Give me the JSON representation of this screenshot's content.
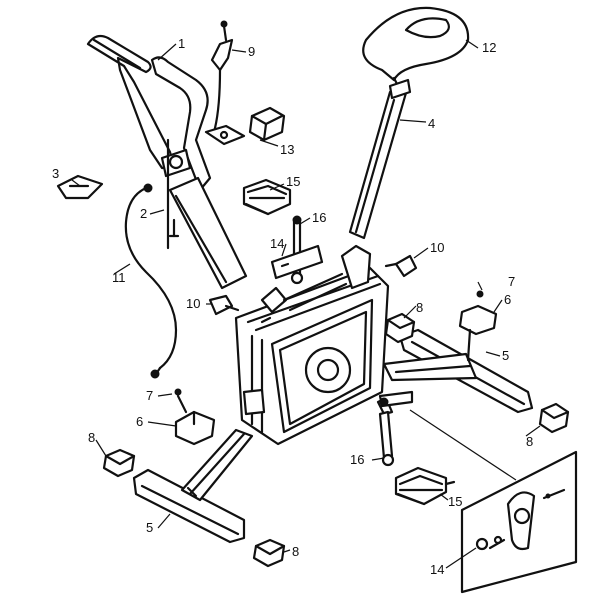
{
  "callouts": {
    "c1": "1",
    "c2": "2",
    "c3": "3",
    "c4": "4",
    "c5a": "5",
    "c5b": "5",
    "c6a": "6",
    "c6b": "6",
    "c7a": "7",
    "c7b": "7",
    "c8a": "8",
    "c8b": "8",
    "c8c": "8",
    "c8d": "8",
    "c9": "9",
    "c10a": "10",
    "c10b": "10",
    "c11": "11",
    "c12": "12",
    "c13": "13",
    "c14a": "14",
    "c14b": "14",
    "c15a": "15",
    "c15b": "15",
    "c16a": "16",
    "c16b": "16"
  }
}
